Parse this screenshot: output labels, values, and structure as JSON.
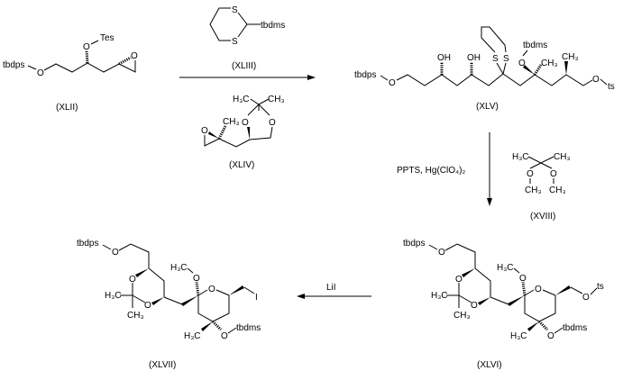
{
  "compounds": {
    "XLII": {
      "label": "(XLII)",
      "tbdps": "tbdps",
      "O1": "O",
      "O2": "O",
      "Tes": "Tes",
      "Oep": "O"
    },
    "XLIII": {
      "label": "(XLIII)",
      "S1": "S",
      "S2": "S",
      "tbdms": "tbdms"
    },
    "XLIV": {
      "label": "(XLIV)",
      "H3C": "H₃C",
      "CH3a": "CH₃",
      "CH3b": "CH₃",
      "O1": "O",
      "O2": "O",
      "Oep": "O"
    },
    "XLV": {
      "label": "(XLV)",
      "tbdps": "tbdps",
      "O1": "O",
      "OH1": "OH",
      "OH2": "OH",
      "S1": "S",
      "S2": "S",
      "tbdms": "tbdms",
      "O2": "O",
      "CH3a": "CH₃",
      "CH3b": "CH₃",
      "O3": "O",
      "ts": "ts"
    },
    "XVIII": {
      "label": "(XVIII)",
      "H3C": "H₃C",
      "CH3a": "CH₃",
      "O1": "O",
      "O2": "O",
      "CH3b": "CH₃",
      "CH3c": "CH₃"
    },
    "XLVI": {
      "label": "(XLVI)",
      "tbdps": "tbdps",
      "O1": "O",
      "Oa": "O",
      "Ob": "O",
      "H3Ca": "H₃C",
      "CH3": "CH₃",
      "H3Cb": "H₃C",
      "Om": "O",
      "Oring": "O",
      "O3": "O",
      "ts": "ts",
      "H3Cc": "H₃C",
      "O4": "O",
      "tbdms": "tbdms"
    },
    "XLVII": {
      "label": "(XLVII)",
      "tbdps": "tbdps",
      "O1": "O",
      "Oa": "O",
      "Ob": "O",
      "H3Ca": "H₃C",
      "CH3": "CH₃",
      "H3Cb": "H₃C",
      "Om": "O",
      "Oring": "O",
      "I": "I",
      "H3Cc": "H₃C",
      "O4": "O",
      "tbdms": "tbdms"
    }
  },
  "reagents": {
    "step2": "PPTS, Hg(ClO₄)₂",
    "step3": "LiI"
  }
}
